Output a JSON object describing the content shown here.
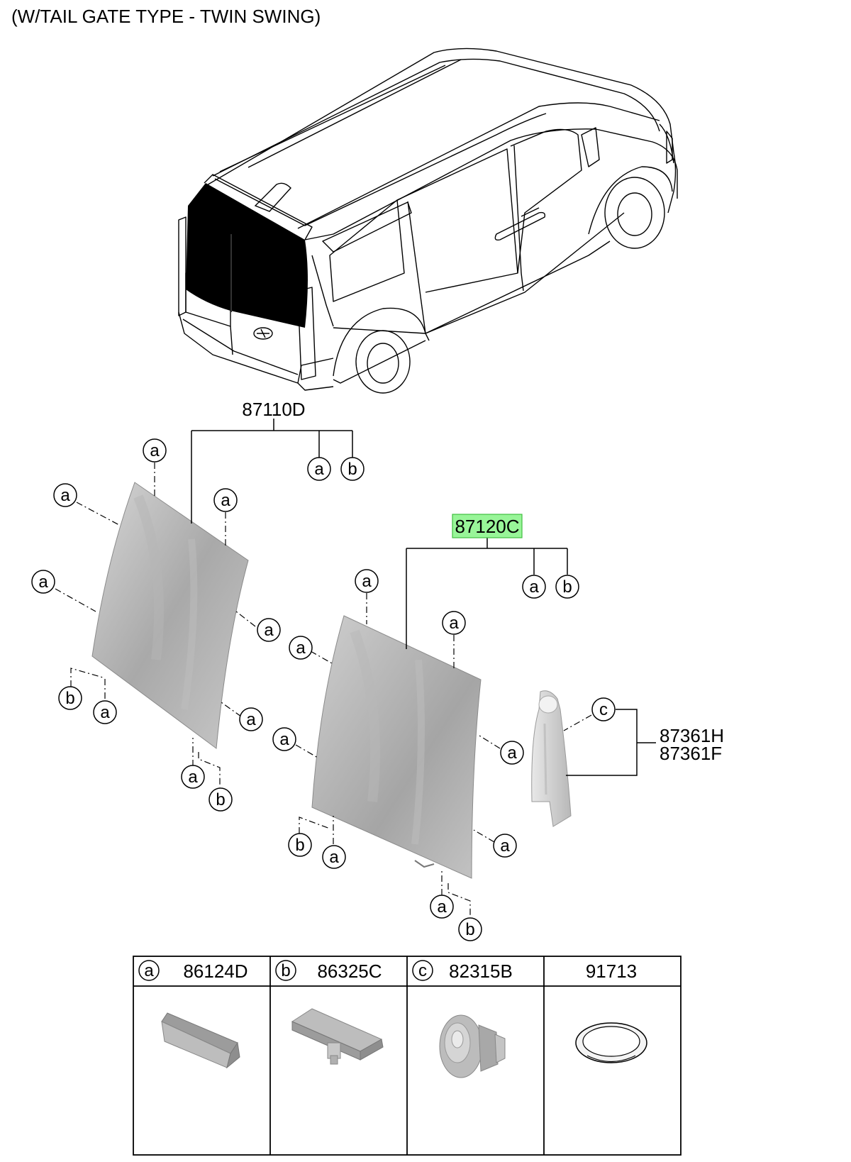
{
  "title": "(W/TAIL GATE TYPE - TWIN SWING)",
  "part_numbers": {
    "left_panel": "87110D",
    "right_panel": "87120C",
    "garnish_1": "87361H",
    "garnish_2": "87361F"
  },
  "callout_letters": {
    "a": "a",
    "b": "b",
    "c": "c"
  },
  "highlight_color": "#98f598",
  "legend": [
    {
      "key": "a",
      "part": "86124D",
      "icon": "fastener-clip-a-icon"
    },
    {
      "key": "b",
      "part": "86325C",
      "icon": "fastener-clip-b-icon"
    },
    {
      "key": "c",
      "part": "82315B",
      "icon": "push-clip-c-icon"
    },
    {
      "key": "",
      "part": "91713",
      "icon": "grommet-plug-icon"
    }
  ]
}
